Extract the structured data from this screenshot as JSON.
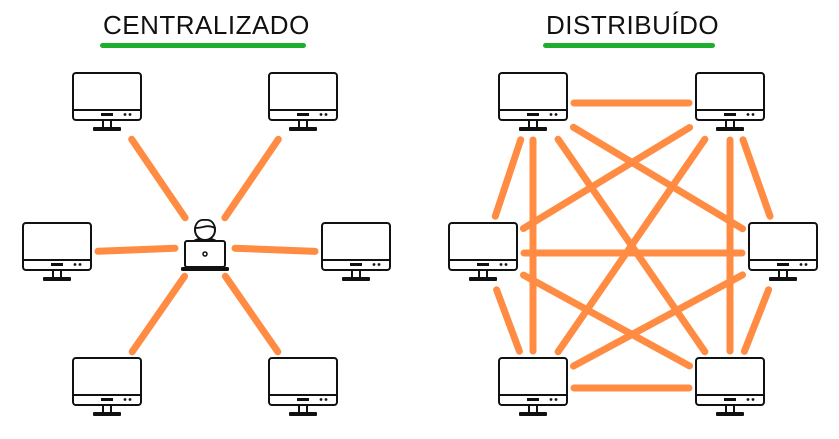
{
  "left_panel": {
    "title": "CENTRALIZADO",
    "center_node": "person-at-laptop-icon",
    "nodes": [
      "top-left",
      "top-right",
      "middle-left",
      "middle-right",
      "bottom-left",
      "bottom-right"
    ],
    "links": [
      [
        "center",
        "top-left"
      ],
      [
        "center",
        "top-right"
      ],
      [
        "center",
        "middle-left"
      ],
      [
        "center",
        "middle-right"
      ],
      [
        "center",
        "bottom-left"
      ],
      [
        "center",
        "bottom-right"
      ]
    ]
  },
  "right_panel": {
    "title": "DISTRIBUÍDO",
    "nodes": [
      "top-left",
      "top-right",
      "middle-left",
      "middle-right",
      "bottom-left",
      "bottom-right"
    ],
    "links": "all-pairs"
  },
  "colors": {
    "link": "#ff8c42",
    "underline": "#1fad2e",
    "outline": "#111111"
  }
}
